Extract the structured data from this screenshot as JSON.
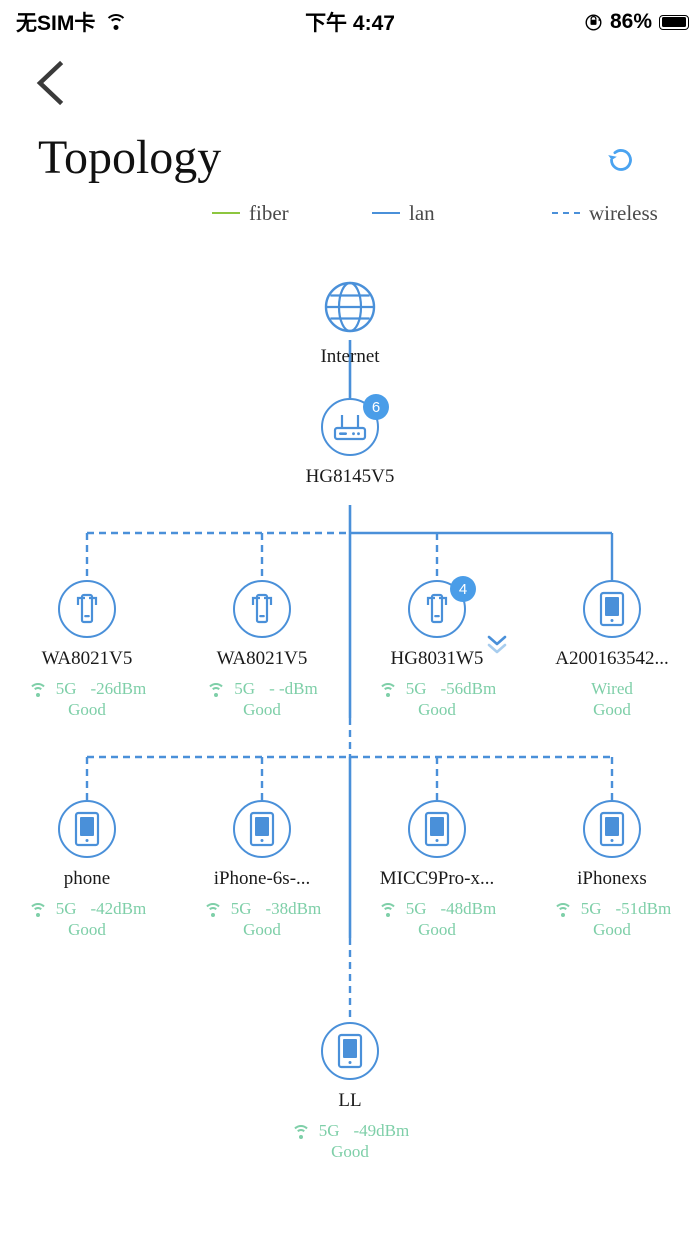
{
  "statusbar": {
    "carrier": "无SIM卡",
    "wifi_icon": "wifi-icon",
    "time": "下午 4:47",
    "rotation_lock_icon": "rotation-lock-icon",
    "battery_percent": "86%",
    "battery_icon": "battery-full-icon"
  },
  "header": {
    "back_icon": "chevron-left-icon",
    "title": "Topology",
    "refresh_icon": "refresh-icon",
    "refresh_color": "#4aa3f0"
  },
  "legend": {
    "items": [
      {
        "label": "fiber",
        "color": "#8dc63f",
        "style": "solid"
      },
      {
        "label": "lan",
        "color": "#4a90d9",
        "style": "solid"
      },
      {
        "label": "wireless",
        "color": "#4a90d9",
        "style": "dashed"
      }
    ]
  },
  "colors": {
    "line": "#4a90d9",
    "node_border": "#4a90d9",
    "badge": "#4a9de8",
    "status_good": "#7ecfa8",
    "label": "#1a1a1a"
  },
  "topology": {
    "internet": {
      "icon": "globe-icon",
      "name": "Internet"
    },
    "gateway": {
      "icon": "router-icon",
      "name": "HG8145V5",
      "badge": "6",
      "link": "lan"
    },
    "tier1": [
      {
        "icon": "repeater-icon",
        "name": "WA8021V5",
        "badge": "",
        "link": "wireless",
        "conn": "5G",
        "rssi": "-26dBm",
        "quality": "Good",
        "wifi": true
      },
      {
        "icon": "repeater-icon",
        "name": "WA8021V5",
        "badge": "",
        "link": "wireless",
        "conn": "5G",
        "rssi": "- -dBm",
        "quality": "Good",
        "wifi": true
      },
      {
        "icon": "repeater-icon",
        "name": "HG8031W5",
        "badge": "4",
        "link": "wireless",
        "conn": "5G",
        "rssi": "-56dBm",
        "quality": "Good",
        "wifi": true
      },
      {
        "icon": "device-icon",
        "name": "A200163542...",
        "badge": "",
        "link": "lan",
        "conn": "Wired",
        "rssi": "",
        "quality": "Good",
        "wifi": false
      }
    ],
    "tier2": [
      {
        "icon": "device-icon",
        "name": "phone",
        "link": "wireless",
        "conn": "5G",
        "rssi": "-42dBm",
        "quality": "Good",
        "wifi": true
      },
      {
        "icon": "device-icon",
        "name": "iPhone-6s-...",
        "link": "wireless",
        "conn": "5G",
        "rssi": "-38dBm",
        "quality": "Good",
        "wifi": true
      },
      {
        "icon": "device-icon",
        "name": "MICC9Pro-x...",
        "link": "wireless",
        "conn": "5G",
        "rssi": "-48dBm",
        "quality": "Good",
        "wifi": true
      },
      {
        "icon": "device-icon",
        "name": "iPhonexs",
        "link": "wireless",
        "conn": "5G",
        "rssi": "-51dBm",
        "quality": "Good",
        "wifi": true
      }
    ],
    "tier3": [
      {
        "icon": "device-icon",
        "name": "LL",
        "link": "wireless",
        "conn": "5G",
        "rssi": "-49dBm",
        "quality": "Good",
        "wifi": true
      }
    ],
    "expander_icon": "double-chevron-down-icon"
  }
}
